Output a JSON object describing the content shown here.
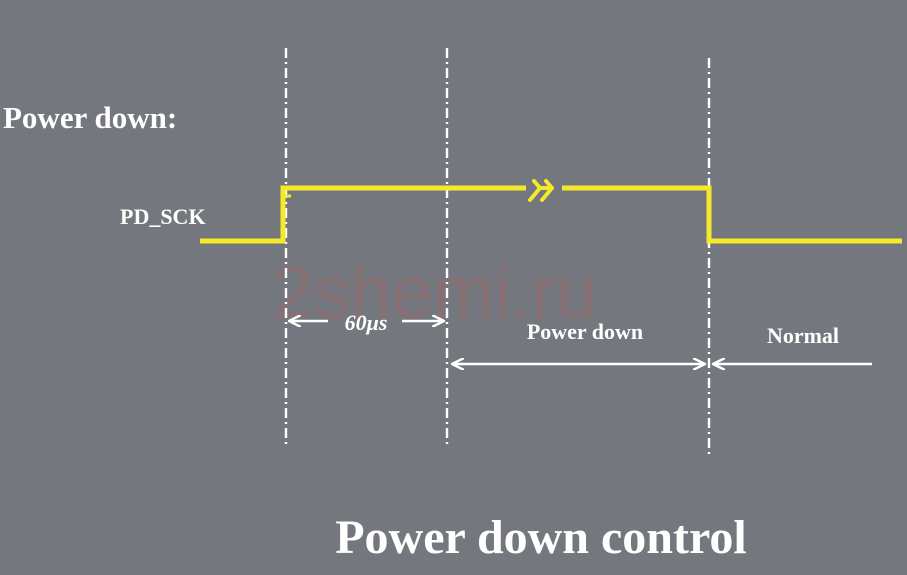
{
  "heading": "Power down:",
  "signal_label": "PD_SCK",
  "interval_label": "60μs",
  "power_down_label": "Power down",
  "normal_label": "Normal",
  "caption": "Power down control",
  "watermark": "2shemi.ru",
  "colors": {
    "background": "#74777d",
    "signal": "#f4ea2a",
    "text": "#ffffff",
    "watermark": "#8a6f72"
  }
}
